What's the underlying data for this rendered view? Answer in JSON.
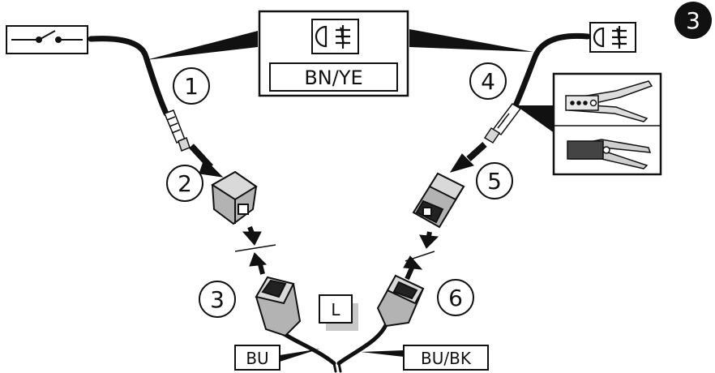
{
  "step_number": "3",
  "callouts": [
    "1",
    "2",
    "3",
    "4",
    "5",
    "6"
  ],
  "wire_color_top": "BN/YE",
  "wire_color_left": "BU",
  "wire_color_right": "BU/BK",
  "side_marker": "L",
  "icons": {
    "switch": "switch-icon",
    "fog_lamp": "fog-lamp-icon",
    "stripper": "wire-stripper-icon",
    "crimper": "crimping-tool-icon"
  },
  "colors": {
    "wire": "#111111",
    "connector": "#b3b3b3",
    "marker_shadow": "#c8c8c8"
  }
}
